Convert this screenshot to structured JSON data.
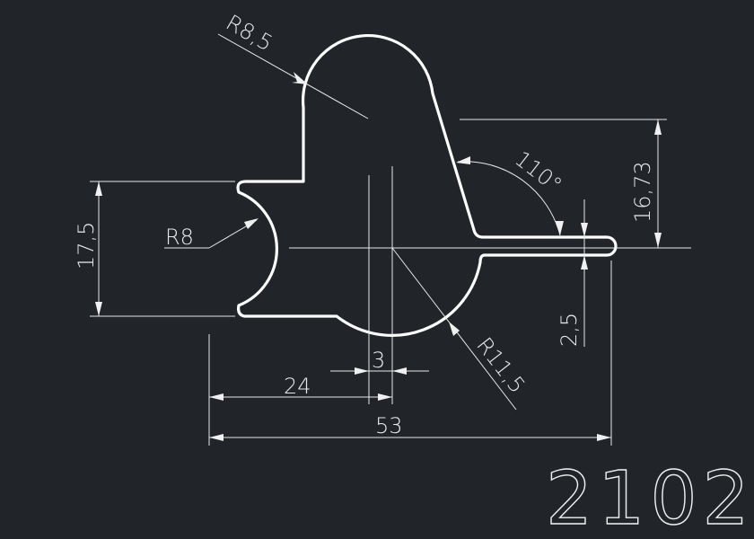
{
  "drawing": {
    "part_number": "2102",
    "dimensions": {
      "radius_top": "R8,5",
      "radius_left": "R8",
      "radius_bottom": "R11,5",
      "height_left": "17,5",
      "angle": "110°",
      "height_right": "16,73",
      "fin_thickness": "2,5",
      "offset_small": "3",
      "width_partial": "24",
      "width_total": "53"
    },
    "colors": {
      "background": "#212429",
      "lines": "#ffffff"
    }
  }
}
